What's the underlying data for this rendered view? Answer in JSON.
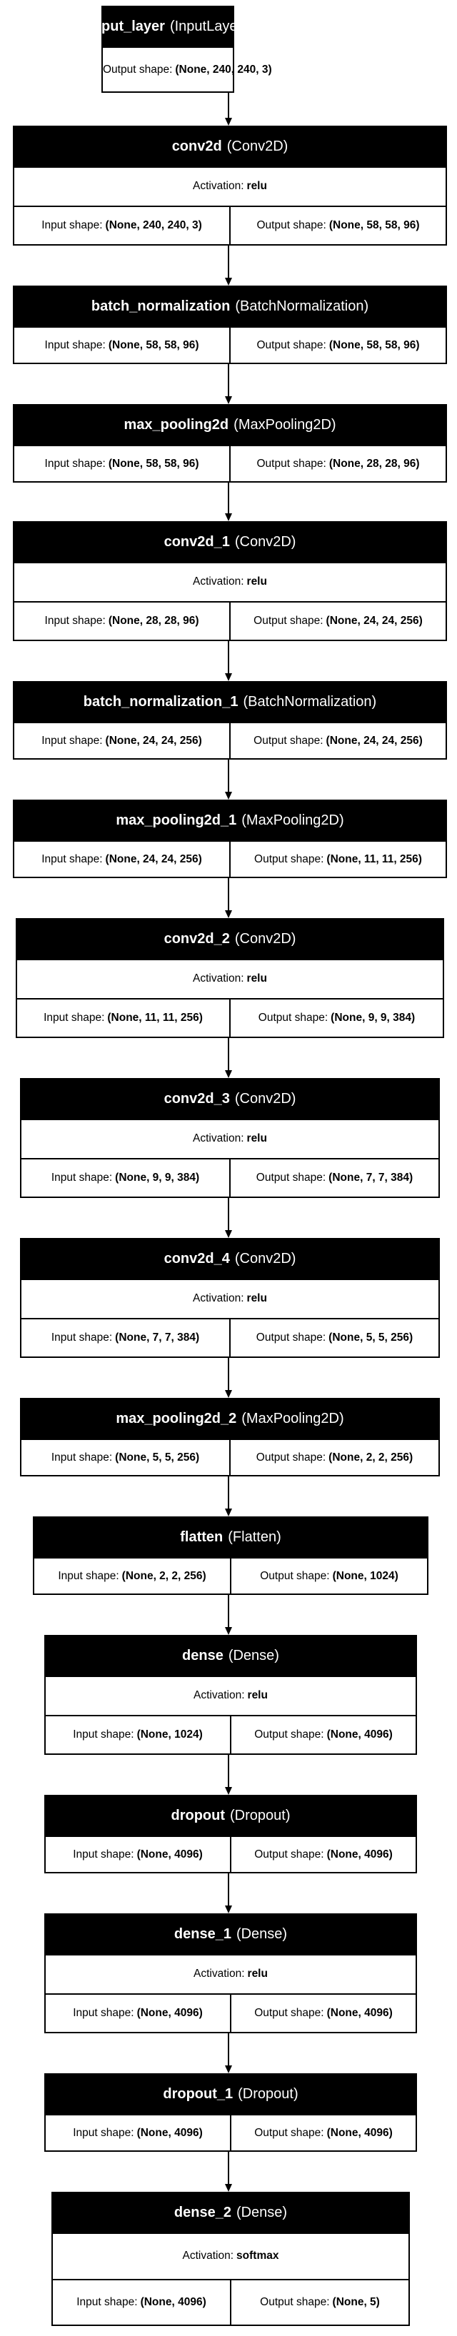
{
  "labels": {
    "activation": "Activation:",
    "input_shape": "Input shape:",
    "output_shape": "Output shape:"
  },
  "layers": [
    {
      "name": "input_layer",
      "class": "(InputLayer)",
      "output": "(None, 240, 240, 3)"
    },
    {
      "name": "conv2d",
      "class": "(Conv2D)",
      "activation": "relu",
      "input": "(None, 240, 240, 3)",
      "output": "(None, 58, 58, 96)"
    },
    {
      "name": "batch_normalization",
      "class": "(BatchNormalization)",
      "input": "(None, 58, 58, 96)",
      "output": "(None, 58, 58, 96)"
    },
    {
      "name": "max_pooling2d",
      "class": "(MaxPooling2D)",
      "input": "(None, 58, 58, 96)",
      "output": "(None, 28, 28, 96)"
    },
    {
      "name": "conv2d_1",
      "class": "(Conv2D)",
      "activation": "relu",
      "input": "(None, 28, 28, 96)",
      "output": "(None, 24, 24, 256)"
    },
    {
      "name": "batch_normalization_1",
      "class": "(BatchNormalization)",
      "input": "(None, 24, 24, 256)",
      "output": "(None, 24, 24, 256)"
    },
    {
      "name": "max_pooling2d_1",
      "class": "(MaxPooling2D)",
      "input": "(None, 24, 24, 256)",
      "output": "(None, 11, 11, 256)"
    },
    {
      "name": "conv2d_2",
      "class": "(Conv2D)",
      "activation": "relu",
      "input": "(None, 11, 11, 256)",
      "output": "(None, 9, 9, 384)"
    },
    {
      "name": "conv2d_3",
      "class": "(Conv2D)",
      "activation": "relu",
      "input": "(None, 9, 9, 384)",
      "output": "(None, 7, 7, 384)"
    },
    {
      "name": "conv2d_4",
      "class": "(Conv2D)",
      "activation": "relu",
      "input": "(None, 7, 7, 384)",
      "output": "(None, 5, 5, 256)"
    },
    {
      "name": "max_pooling2d_2",
      "class": "(MaxPooling2D)",
      "input": "(None, 5, 5, 256)",
      "output": "(None, 2, 2, 256)"
    },
    {
      "name": "flatten",
      "class": "(Flatten)",
      "input": "(None, 2, 2, 256)",
      "output": "(None, 1024)"
    },
    {
      "name": "dense",
      "class": "(Dense)",
      "activation": "relu",
      "input": "(None, 1024)",
      "output": "(None, 4096)"
    },
    {
      "name": "dropout",
      "class": "(Dropout)",
      "input": "(None, 4096)",
      "output": "(None, 4096)"
    },
    {
      "name": "dense_1",
      "class": "(Dense)",
      "activation": "relu",
      "input": "(None, 4096)",
      "output": "(None, 4096)"
    },
    {
      "name": "dropout_1",
      "class": "(Dropout)",
      "input": "(None, 4096)",
      "output": "(None, 4096)"
    },
    {
      "name": "dense_2",
      "class": "(Dense)",
      "activation": "softmax",
      "input": "(None, 4096)",
      "output": "(None, 5)"
    }
  ]
}
